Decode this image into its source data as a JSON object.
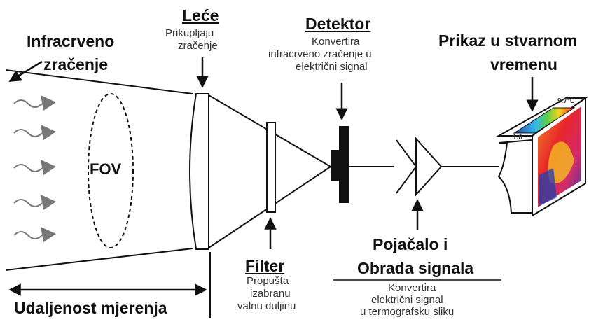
{
  "labels": {
    "infrared_line1": "Infracrveno",
    "infrared_line2": "zračenje",
    "fov": "FOV",
    "lens_title": "Leće",
    "lens_desc1": "Prikupljaju",
    "lens_desc2": "zračenje",
    "detector_title": "Detektor",
    "detector_desc1": "Konvertira",
    "detector_desc2": "infracrveno zračenje u",
    "detector_desc3": "električni signal",
    "display_line1": "Prikaz u stvarnom",
    "display_line2": "vremenu",
    "filter_title": "Filter",
    "filter_desc1": "Propušta",
    "filter_desc2": "izabranu",
    "filter_desc3": "valnu duljinu",
    "amp_line1": "Pojačalo i",
    "amp_line2": "Obrada signala",
    "amp_desc1": "Konvertira",
    "amp_desc2": "električni signal",
    "amp_desc3": "u termografsku sliku",
    "distance": "Udaljenost mjerenja",
    "scale_min": "1.0",
    "scale_max": "9.7°C"
  },
  "colors": {
    "wave_arrow": "#777777",
    "thermal_hot": "#e8262b",
    "thermal_warm": "#f7d21c",
    "thermal_cold": "#2c3fa6"
  }
}
